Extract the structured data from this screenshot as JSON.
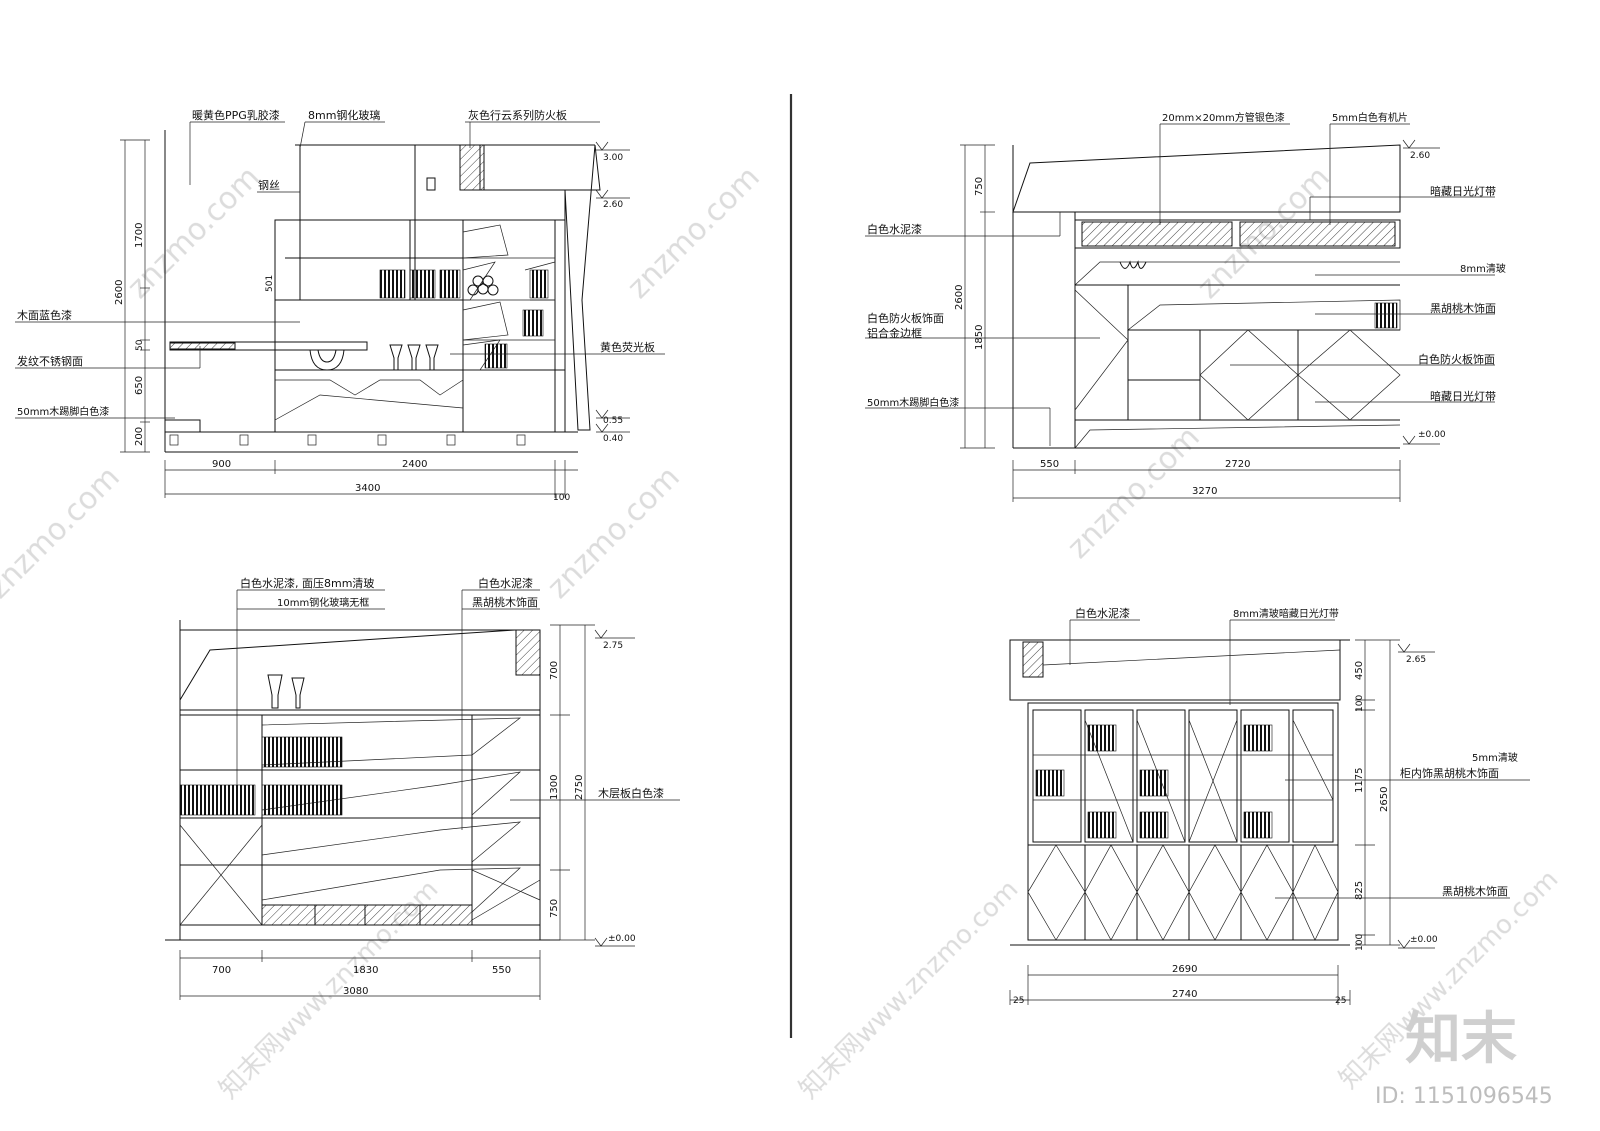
{
  "watermark": {
    "brand_logo": "知末",
    "id_text": "ID: 1151096545",
    "site_marks": [
      "znzmo.com",
      "知末网www.znzmo.com"
    ]
  },
  "elevation_a": {
    "labels": {
      "paint_top": "暖黄色PPG乳胶漆",
      "glass": "8mm钢化玻璃",
      "fire_board": "灰色行云系列防火板",
      "steel_wire": "钢丝",
      "wood_blue": "木面蓝色漆",
      "steel": "发纹不锈钢面",
      "yellow_board": "黄色荧光板",
      "baseboard": "50mm木踢脚白色漆"
    },
    "levels": [
      "3.00",
      "2.60",
      "0.55",
      "0.40"
    ],
    "vdims": [
      "2600",
      "1700",
      "501",
      "50",
      "650",
      "200"
    ],
    "hdims": [
      "900",
      "2400",
      "3400",
      "100"
    ]
  },
  "elevation_b": {
    "labels": {
      "tube": "20mm×20mm方管银色漆",
      "acrylic": "5mm白色有机片",
      "cement": "白色水泥漆",
      "light_top": "暗藏日光灯带",
      "clear_glass": "8mm清玻",
      "fire_panel_1": "白色防火板饰面",
      "alu_frame": "铝合金边框",
      "walnut": "黑胡桃木饰面",
      "fire_panel_2": "白色防火板饰面",
      "baseboard": "50mm木踢脚白色漆",
      "light_bottom": "暗藏日光灯带"
    },
    "levels": [
      "2.60",
      "±0.00"
    ],
    "vdims": [
      "750",
      "2600",
      "1850"
    ],
    "hdims": [
      "550",
      "2720",
      "3270"
    ]
  },
  "elevation_c": {
    "labels": {
      "cement_glass": "白色水泥漆, 面压8mm清玻",
      "tempered": "10mm钢化玻璃无框",
      "cement": "白色水泥漆",
      "walnut": "黑胡桃木饰面",
      "shelf": "木层板白色漆"
    },
    "levels": [
      "2.75",
      "±0.00"
    ],
    "vdims": [
      "700",
      "1300",
      "2750",
      "750"
    ],
    "hdims": [
      "700",
      "1830",
      "550",
      "3080"
    ]
  },
  "elevation_d": {
    "labels": {
      "cement": "白色水泥漆",
      "glass_light": "8mm清玻暗藏日光灯带",
      "glass5": "5mm清玻",
      "cabinet_walnut": "柜内饰黑胡桃木饰面",
      "walnut": "黑胡桃木饰面"
    },
    "levels": [
      "2.65",
      "±0.00"
    ],
    "vdims": [
      "450",
      "100",
      "1175",
      "2650",
      "825",
      "100"
    ],
    "hdims": [
      "2690",
      "25",
      "2740",
      "25"
    ]
  }
}
